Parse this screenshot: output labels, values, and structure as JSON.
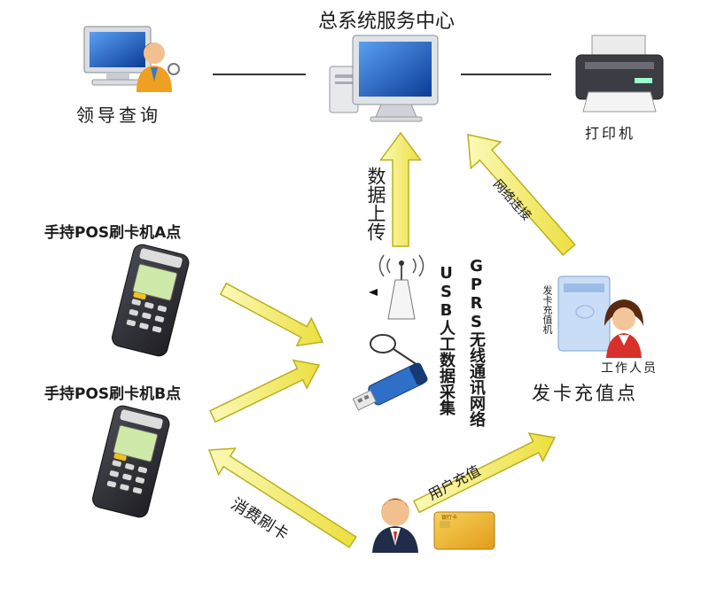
{
  "title": "总系统服务中心",
  "nodes": {
    "leader_query": "领导查询",
    "printer": "打印机",
    "pos_a": "手持POS刷卡机A点",
    "pos_b": "手持POS刷卡机B点",
    "issue_point": "发卡充值点",
    "staff": "工作人员",
    "card_kiosk": "发卡充值机",
    "card_brand": "银行卡"
  },
  "links": {
    "upload": "数据上传",
    "network": "网络连接",
    "usb": "USB人工数据采集",
    "gprs": "GPRS无线通讯网络",
    "recharge": "用户充值",
    "consume": "消费刷卡"
  },
  "colors": {
    "arrow_fill": "#f5f27a",
    "arrow_stroke": "#b9b020",
    "screen_blue": "#1f63c8",
    "line": "#333333"
  }
}
